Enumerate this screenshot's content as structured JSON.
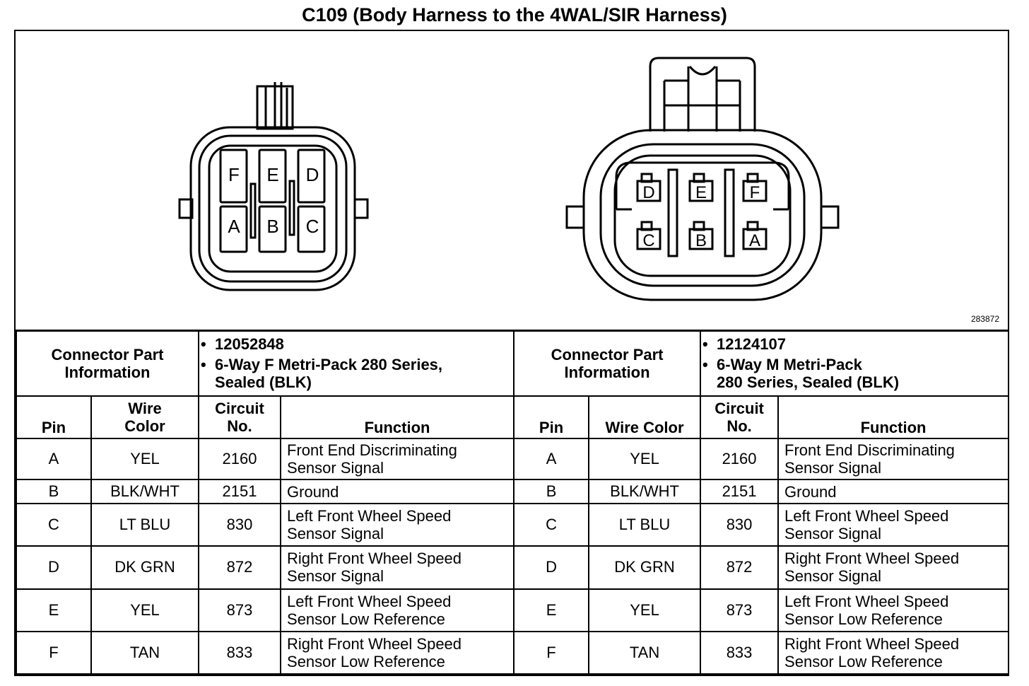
{
  "title": "C109 (Body Harness to the 4WAL/SIR Harness)",
  "figure_id": "283872",
  "connectors": [
    {
      "cavity_labels_top": [
        "F",
        "E",
        "D"
      ],
      "cavity_labels_bottom": [
        "A",
        "B",
        "C"
      ],
      "info_label": "Connector Part Information",
      "part_number": "12052848",
      "description_line1": "6-Way F Metri-Pack 280 Series,",
      "description_line2": "Sealed (BLK)",
      "headers": {
        "pin": "Pin",
        "wire_color_1": "Wire",
        "wire_color_2": "Color",
        "circuit_1": "Circuit",
        "circuit_2": "No.",
        "function": "Function"
      },
      "rows": [
        {
          "pin": "A",
          "color": "YEL",
          "circuit": "2160",
          "func1": "Front End Discriminating",
          "func2": "Sensor Signal"
        },
        {
          "pin": "B",
          "color": "BLK/WHT",
          "circuit": "2151",
          "func1": "Ground",
          "func2": ""
        },
        {
          "pin": "C",
          "color": "LT BLU",
          "circuit": "830",
          "func1": "Left Front Wheel Speed",
          "func2": "Sensor Signal"
        },
        {
          "pin": "D",
          "color": "DK GRN",
          "circuit": "872",
          "func1": "Right Front Wheel Speed",
          "func2": "Sensor Signal"
        },
        {
          "pin": "E",
          "color": "YEL",
          "circuit": "873",
          "func1": "Left Front Wheel Speed",
          "func2": "Sensor Low Reference"
        },
        {
          "pin": "F",
          "color": "TAN",
          "circuit": "833",
          "func1": "Right Front Wheel Speed",
          "func2": "Sensor Low Reference"
        }
      ]
    },
    {
      "cavity_labels_top": [
        "D",
        "E",
        "F"
      ],
      "cavity_labels_bottom": [
        "C",
        "B",
        "A"
      ],
      "info_label": "Connector Part Information",
      "part_number": "12124107",
      "description_line1": "6-Way M Metri-Pack",
      "description_line2": "280 Series, Sealed (BLK)",
      "headers": {
        "pin": "Pin",
        "wire_color": "Wire Color",
        "circuit_1": "Circuit",
        "circuit_2": "No.",
        "function": "Function"
      },
      "rows": [
        {
          "pin": "A",
          "color": "YEL",
          "circuit": "2160",
          "func1": "Front End Discriminating",
          "func2": "Sensor Signal"
        },
        {
          "pin": "B",
          "color": "BLK/WHT",
          "circuit": "2151",
          "func1": "Ground",
          "func2": ""
        },
        {
          "pin": "C",
          "color": "LT BLU",
          "circuit": "830",
          "func1": "Left Front Wheel Speed",
          "func2": "Sensor Signal"
        },
        {
          "pin": "D",
          "color": "DK GRN",
          "circuit": "872",
          "func1": "Right Front Wheel Speed",
          "func2": "Sensor Signal"
        },
        {
          "pin": "E",
          "color": "YEL",
          "circuit": "873",
          "func1": "Left Front Wheel Speed",
          "func2": "Sensor Low Reference"
        },
        {
          "pin": "F",
          "color": "TAN",
          "circuit": "833",
          "func1": "Right Front Wheel Speed",
          "func2": "Sensor Low Reference"
        }
      ]
    }
  ]
}
